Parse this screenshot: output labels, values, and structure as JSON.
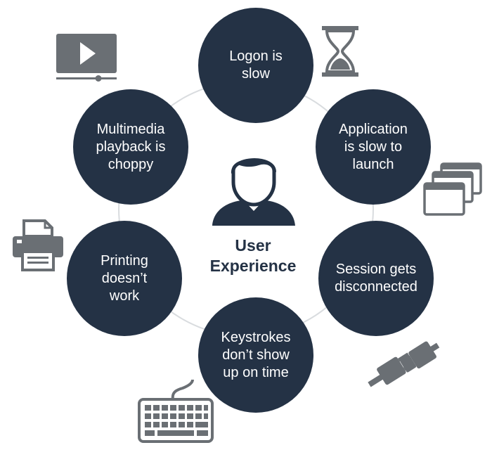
{
  "center": {
    "label": "User\nExperience",
    "icon": "user-icon"
  },
  "nodes": [
    {
      "id": "logon",
      "text": "Logon is\nslow",
      "icon": "hourglass-icon"
    },
    {
      "id": "app",
      "text": "Application\nis slow to\nlaunch",
      "icon": "browser-windows-icon"
    },
    {
      "id": "session",
      "text": "Session gets\ndisconnected",
      "icon": "unplugged-plug-icon"
    },
    {
      "id": "keys",
      "text": "Keystrokes\ndon’t show\nup on time",
      "icon": "keyboard-icon"
    },
    {
      "id": "print",
      "text": "Printing\ndoesn’t\nwork",
      "icon": "printer-icon"
    },
    {
      "id": "media",
      "text": "Multimedia\nplayback is\nchoppy",
      "icon": "video-player-icon"
    }
  ],
  "colors": {
    "node_fill": "#243245",
    "icon_gray": "#6a6f74",
    "ring": "#d9dcdf",
    "center_text": "#243245"
  }
}
